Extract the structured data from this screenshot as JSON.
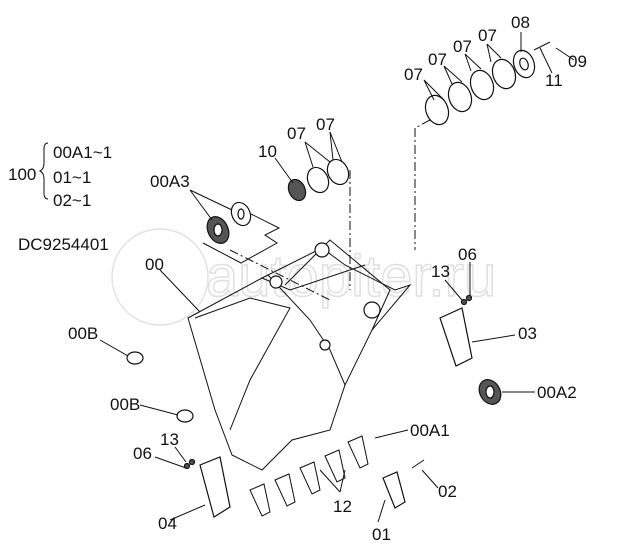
{
  "diagram_code": "DC9254401",
  "watermark": "autopiter.ru",
  "assembly": {
    "number": "100",
    "items": [
      "00A1~1",
      "01~1",
      "02~1"
    ]
  },
  "labels": {
    "l07a": "07",
    "l07b": "07",
    "l07c": "07",
    "l07d": "07",
    "l08": "08",
    "l11": "11",
    "l09": "09",
    "l07e": "07",
    "l07f": "07",
    "l10": "10",
    "l00A3": "00A3",
    "l00": "00",
    "l13a": "13",
    "l06a": "06",
    "l03": "03",
    "l00Ba": "00B",
    "l00Bb": "00B",
    "l00A2": "00A2",
    "l00A1": "00A1",
    "l13b": "13",
    "l06b": "06",
    "l02": "02",
    "l12": "12",
    "l04": "04",
    "l01": "01"
  }
}
